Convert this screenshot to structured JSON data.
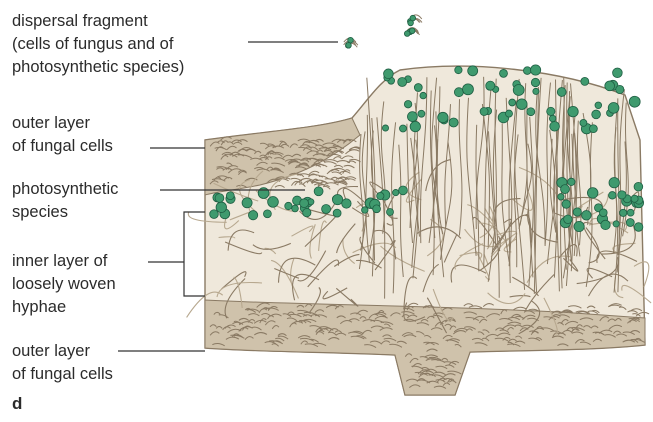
{
  "labels": {
    "dispersal_fragment": [
      "dispersal fragment",
      "(cells of fungus and of",
      "photosynthetic species)"
    ],
    "outer_layer_top": [
      "outer layer",
      "of fungal cells"
    ],
    "photosynthetic_species": [
      "photosynthetic",
      "species"
    ],
    "inner_layer": [
      "inner layer of",
      "loosely woven",
      "hyphae"
    ],
    "outer_layer_bottom": [
      "outer layer",
      "of fungal cells"
    ]
  },
  "panel_letter": "d",
  "colors": {
    "hyphae": "#8a7a64",
    "hyphae_light": "#b7a88f",
    "algae": "#3f9a6e",
    "algae_dark": "#1f5e43",
    "leader": "#333333"
  }
}
